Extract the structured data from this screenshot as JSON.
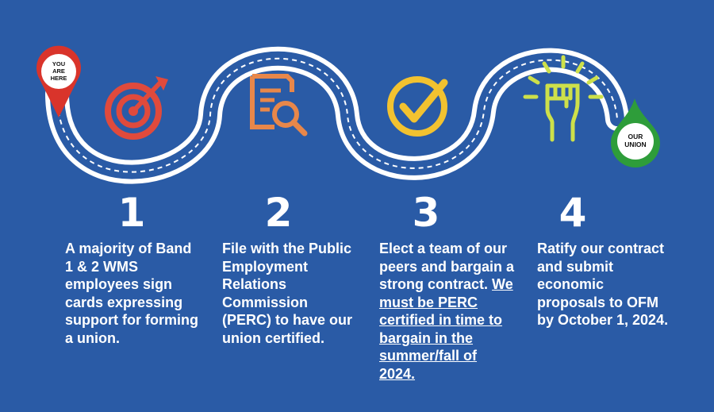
{
  "colors": {
    "background": "#2a5ba6",
    "road": "#ffffff",
    "start_pin": "#d9342b",
    "end_pin": "#2e9d3a",
    "icon_target": "#e04a3c",
    "icon_document": "#e8874a",
    "icon_check": "#f2c230",
    "icon_fist": "#cde04a"
  },
  "start_pin": {
    "line1": "YOU",
    "line2": "ARE",
    "line3": "HERE",
    "icon": "map-pin"
  },
  "end_pin": {
    "line1": "OUR",
    "line2": "UNION",
    "icon": "map-pin"
  },
  "steps": [
    {
      "number": "1",
      "icon": "target-icon",
      "text": "A majority of Band 1 & 2 WMS employees sign cards expressing support for forming a union.",
      "underlined": ""
    },
    {
      "number": "2",
      "icon": "document-search-icon",
      "text": "File with the Public Employment Relations Commission (PERC) to have our union certified.",
      "underlined": ""
    },
    {
      "number": "3",
      "icon": "checkmark-icon",
      "text": "Elect a team of our peers and bargain a strong contract.",
      "underlined": "We must be PERC certified in time to bargain in the summer/fall of 2024."
    },
    {
      "number": "4",
      "icon": "raised-fist-icon",
      "text": "Ratify our contract and submit economic proposals to OFM by October 1, 2024.",
      "underlined": ""
    }
  ]
}
